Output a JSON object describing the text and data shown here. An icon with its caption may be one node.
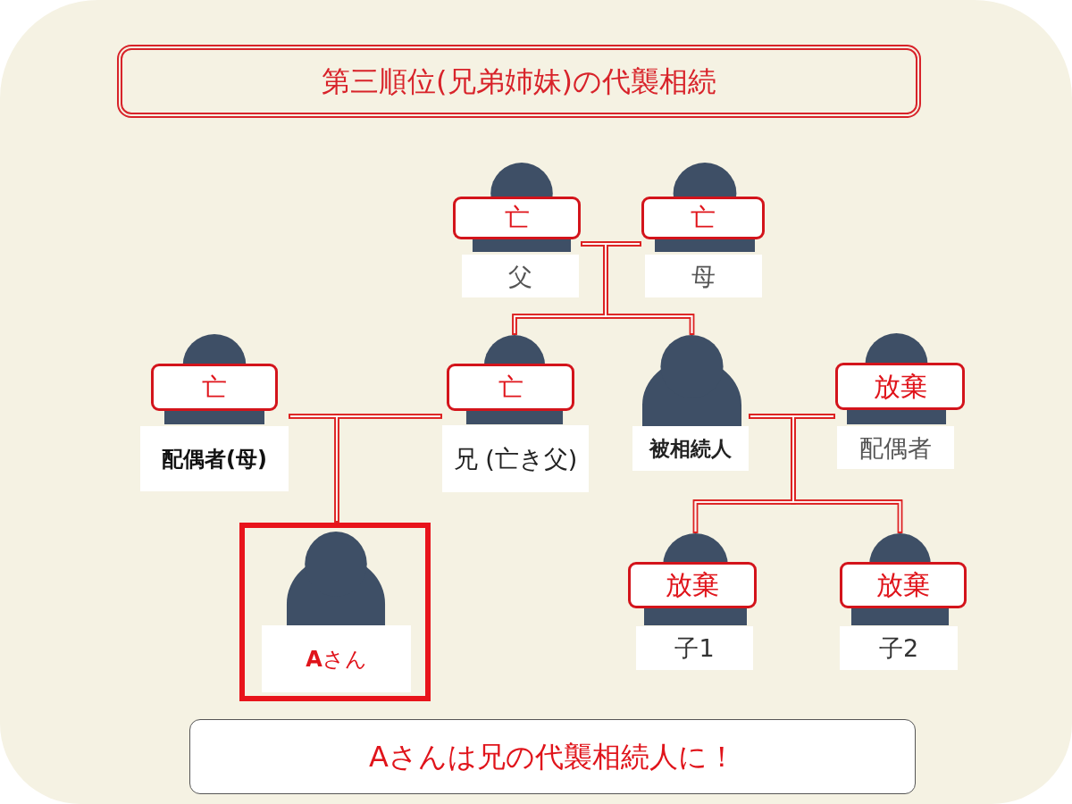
{
  "diagram": {
    "title": "第三順位(兄弟姉妹)の代襲相続",
    "caption": "Aさんは兄の代襲相続人に！",
    "nodes": [
      {
        "text": [
          "亡",
          "父"
        ]
      },
      {
        "text": [
          "亡",
          "母"
        ]
      },
      {
        "text": [
          "亡",
          "配偶者(母)"
        ]
      },
      {
        "text": [
          "亡",
          "兄 (亡き父)"
        ]
      },
      {
        "text": [
          "被相続人"
        ]
      },
      {
        "text": [
          "放棄",
          "配偶者"
        ]
      },
      {
        "text": [
          "**A**さん"
        ]
      },
      {
        "text": [
          "放棄",
          "子1"
        ]
      },
      {
        "text": [
          "放棄",
          "子2"
        ]
      }
    ],
    "edges": [
      {
        "from": 0,
        "to": 1,
        "arrow": "none"
      },
      {
        "from": 0,
        "to": 3,
        "arrow": "none"
      },
      {
        "from": 0,
        "to": 4,
        "arrow": "none"
      },
      {
        "from": 1,
        "to": 3,
        "arrow": "none"
      },
      {
        "from": 1,
        "to": 4,
        "arrow": "none"
      },
      {
        "from": 2,
        "to": 3,
        "arrow": "none"
      },
      {
        "from": 2,
        "to": 6,
        "arrow": "none"
      },
      {
        "from": 3,
        "to": 6,
        "arrow": "none"
      },
      {
        "from": 4,
        "to": 5,
        "arrow": "none"
      },
      {
        "from": 4,
        "to": 7,
        "arrow": "none"
      },
      {
        "from": 4,
        "to": 8,
        "arrow": "none"
      },
      {
        "from": 5,
        "to": 7,
        "arrow": "none"
      },
      {
        "from": 5,
        "to": 8,
        "arrow": "none"
      }
    ]
  }
}
